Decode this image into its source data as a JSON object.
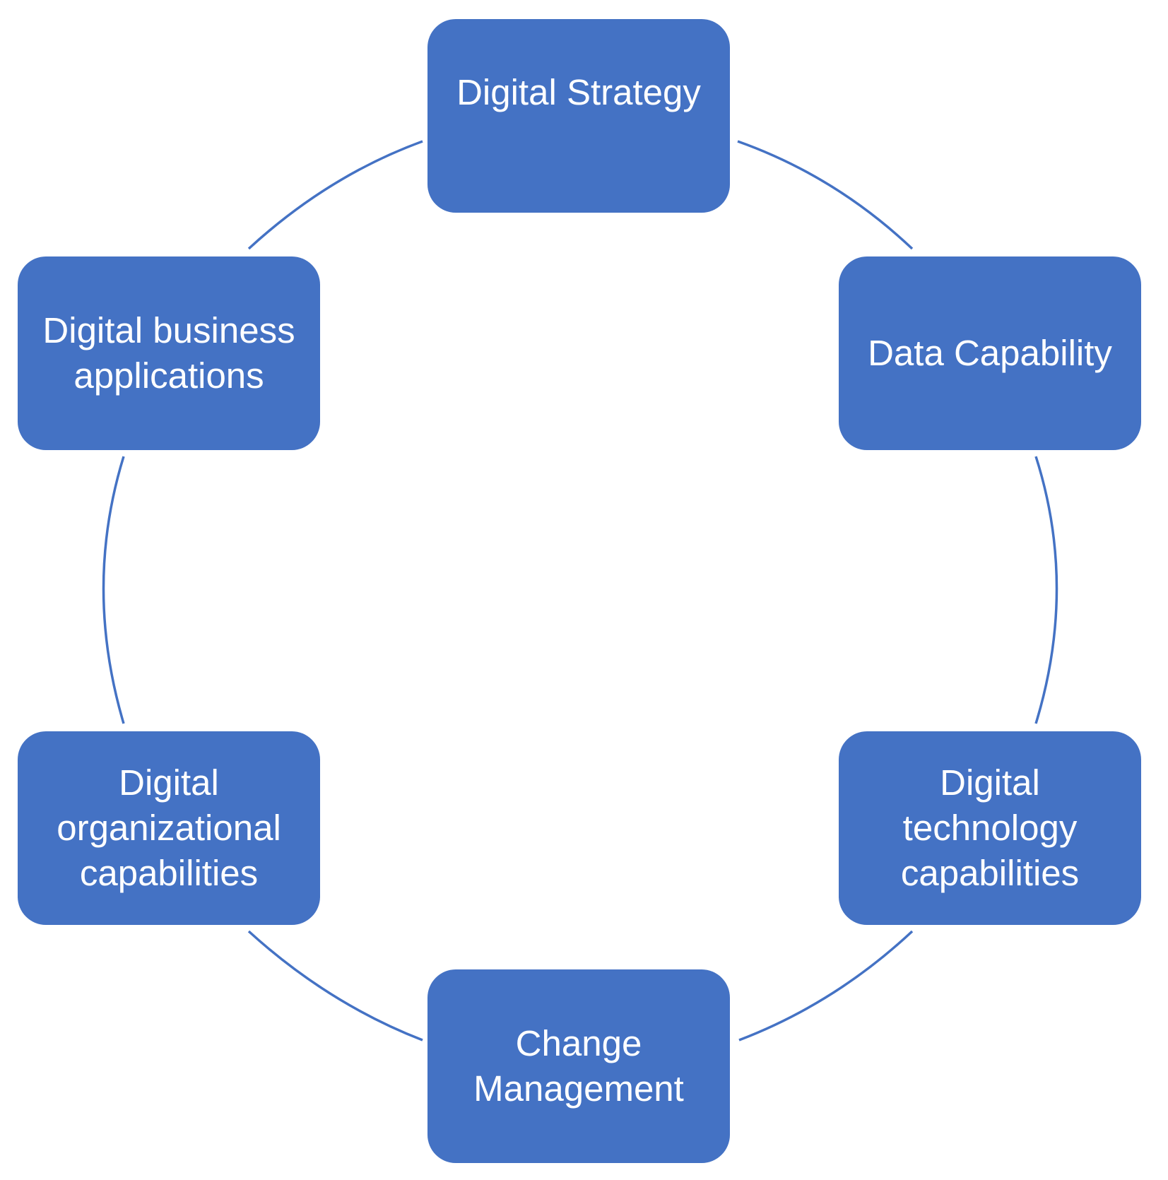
{
  "colors": {
    "node_fill": "#4472C4",
    "node_text": "#FFFFFF",
    "connector": "#4472C4",
    "background": "#FFFFFF"
  },
  "diagram": {
    "type": "cycle",
    "nodes": [
      {
        "label": "Digital Strategy"
      },
      {
        "label": "Data Capability"
      },
      {
        "label": "Digital\ntechnology\ncapabilities"
      },
      {
        "label": "Change\nManagement"
      },
      {
        "label": "Digital\norganizational\ncapabilities"
      },
      {
        "label": "Digital business\napplications"
      }
    ]
  }
}
